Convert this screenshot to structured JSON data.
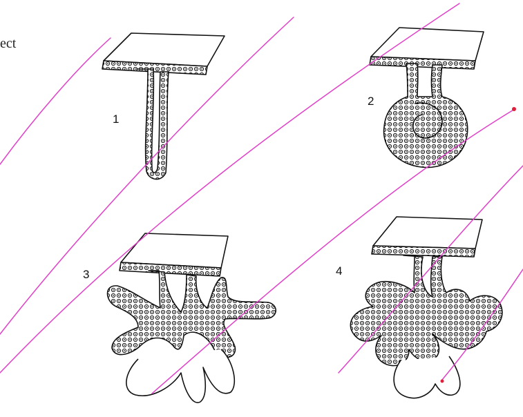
{
  "edge_text": "ect",
  "labels": {
    "one": "1",
    "two": "2",
    "three": "3",
    "four": "4"
  },
  "colors": {
    "ink": "#111111",
    "pen": "#e040c8",
    "pen_dot": "#e0203a"
  }
}
